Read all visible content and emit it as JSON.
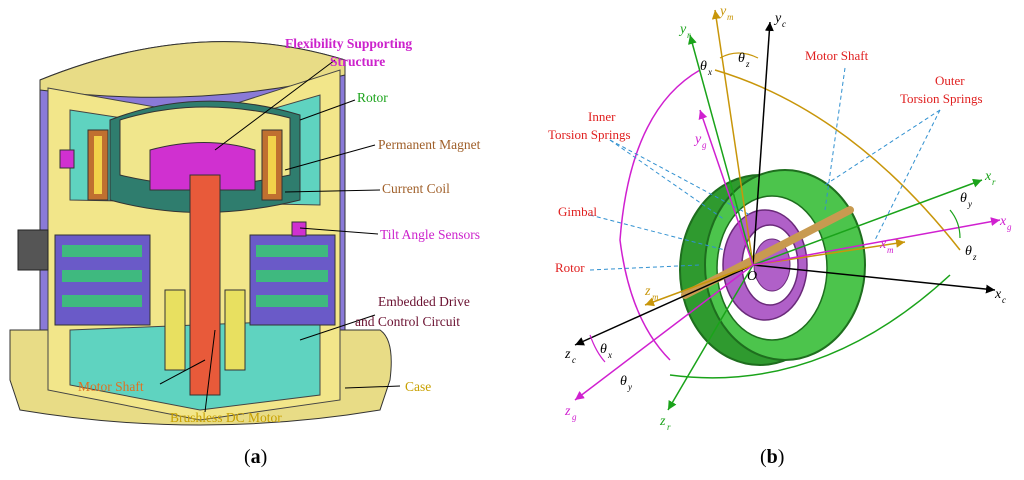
{
  "panel_a": {
    "caption_letter": "a",
    "labels": {
      "flex": "Flexibility Supporting",
      "flex2": "Structure",
      "rotor": "Rotor",
      "magnet": "Permanent Magnet",
      "coil": "Current Coil",
      "sensors": "Tilt Angle Sensors",
      "circuit1": "Embedded Drive",
      "circuit2": "and Control Circuit",
      "shaft": "Motor Shaft",
      "case": "Case",
      "motor": "Brushless DC Motor"
    },
    "colors": {
      "magenta": "#cc22cc",
      "green": "#1aa31a",
      "brown": "#a0602a",
      "gold": "#c8a000",
      "darkred": "#6a1030",
      "orange": "#e07020",
      "case_yellow": "#f0e68c",
      "teal": "#5fd3c0",
      "violet": "#8a7ad8"
    }
  },
  "panel_b": {
    "caption_letter": "b",
    "labels": {
      "motor_shaft": "Motor Shaft",
      "outer1": "Outer",
      "outer2": "Torsion Springs",
      "inner1": "Inner",
      "inner2": "Torsion Springs",
      "gimbal": "Gimbal",
      "rotor": "Rotor",
      "origin": "O"
    },
    "axes": {
      "y": "y",
      "z": "z",
      "x": "x",
      "theta": "θ",
      "sub_c": "c",
      "sub_m": "m",
      "sub_r": "r",
      "sub_g": "g",
      "sub_x": "x",
      "sub_y": "y",
      "sub_z": "z"
    },
    "colors": {
      "label_red": "#e02020",
      "black": "#000000",
      "gold": "#c8960a",
      "green": "#1aa31a",
      "magenta": "#d020d0",
      "ring_green": "#3cb43c",
      "gimbal_violet": "#c070d0",
      "shaft": "#c89a50",
      "dash_blue": "#3090d0"
    }
  }
}
